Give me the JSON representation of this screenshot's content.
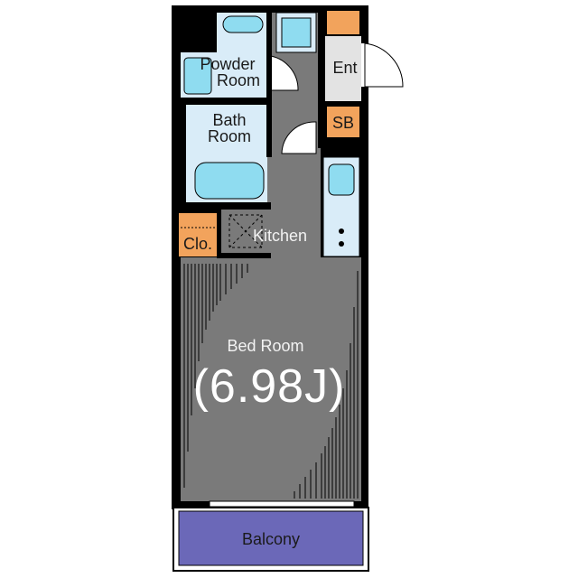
{
  "rooms": {
    "powder_room": [
      "Powder",
      "Room"
    ],
    "bath_room": [
      "Bath",
      "Room"
    ],
    "entrance": "Ent",
    "shoe_box": "SB",
    "closet": "Clo.",
    "kitchen": "Kitchen",
    "bed_room": "Bed Room",
    "bed_room_size": "(6.98J)",
    "balcony": "Balcony"
  },
  "colors": {
    "wall": "#000000",
    "floor": "#7a7a7a",
    "wet_area": "#d9ecf8",
    "fixture": "#8fdcf0",
    "storage": "#f2a35c",
    "entrance": "#e3e3e3",
    "balcony": "#6b68b8"
  }
}
